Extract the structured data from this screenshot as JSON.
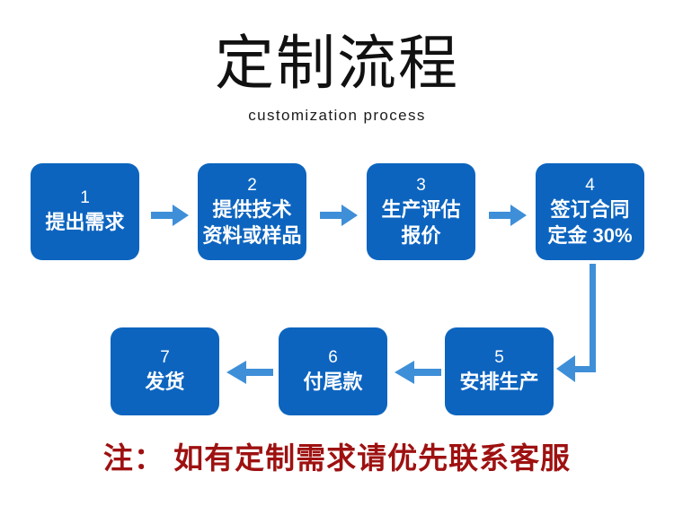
{
  "header": {
    "title": "定制流程",
    "subtitle": "customization process"
  },
  "colors": {
    "box_fill": "#0c64bf",
    "arrow": "#3e8fd8",
    "title_text": "#111111",
    "box_text": "#ffffff",
    "note_text": "#9e1111",
    "background": "#ffffff"
  },
  "flow": {
    "steps": [
      {
        "number": "1",
        "lines": [
          "提出需求"
        ]
      },
      {
        "number": "2",
        "lines": [
          "提供技术",
          "资料或样品"
        ]
      },
      {
        "number": "3",
        "lines": [
          "生产评估",
          "报价"
        ]
      },
      {
        "number": "4",
        "lines": [
          "签订合同",
          "定金 30%"
        ]
      },
      {
        "number": "5",
        "lines": [
          "安排生产"
        ]
      },
      {
        "number": "6",
        "lines": [
          "付尾款"
        ]
      },
      {
        "number": "7",
        "lines": [
          "发货"
        ]
      }
    ],
    "connectors": [
      {
        "name": "arrow-1-to-2",
        "direction": "right"
      },
      {
        "name": "arrow-2-to-3",
        "direction": "right"
      },
      {
        "name": "arrow-3-to-4",
        "direction": "right"
      },
      {
        "name": "arrow-4-to-5",
        "direction": "down-left-elbow"
      },
      {
        "name": "arrow-5-to-6",
        "direction": "left"
      },
      {
        "name": "arrow-6-to-7",
        "direction": "left"
      }
    ]
  },
  "note": "注： 如有定制需求请优先联系客服"
}
